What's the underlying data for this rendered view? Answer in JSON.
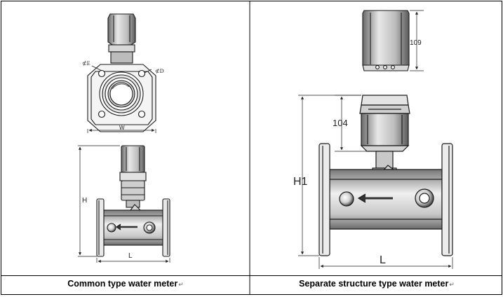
{
  "captions": {
    "left": "Common type water meter",
    "right": "Separate structure type water meter",
    "return_mark": "↵"
  },
  "labels": {
    "phi_e": "⊄E",
    "phi_d": "⊄D",
    "w": "W",
    "h": "H",
    "l_left": "L",
    "h1": "H1",
    "d104": "104",
    "d109": "109",
    "l_right": "L"
  },
  "colors": {
    "line": "#1a1a1a",
    "fill_dark": "#3a3a3a",
    "fill_mid": "#9a9a9a",
    "fill_light": "#dcdcdc",
    "border": "#000000"
  }
}
